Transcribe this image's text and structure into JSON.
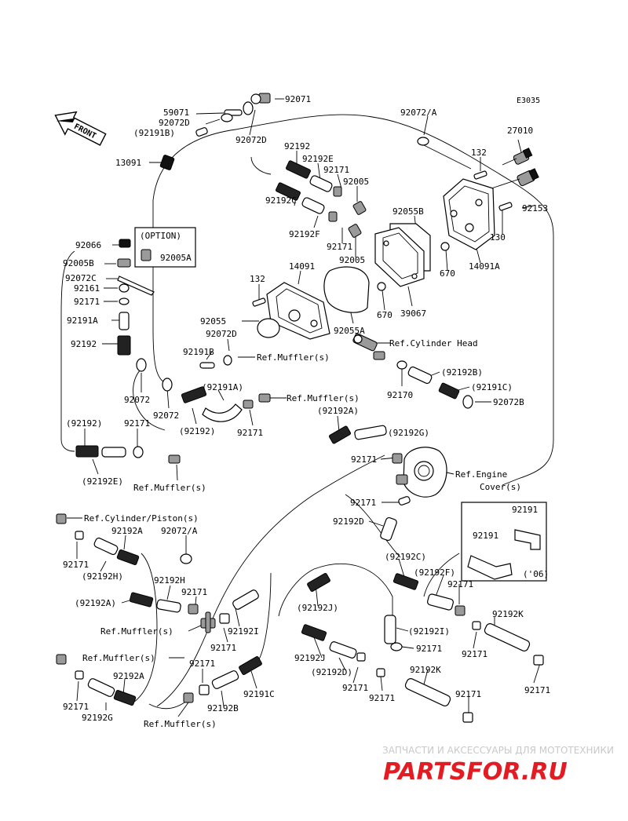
{
  "diagram_code": "E3035",
  "front_label": "FRONT",
  "option_label": "(OPTION)",
  "inset_year": "('06)",
  "labels": {
    "l_59071": "59071",
    "l_92071": "92071",
    "l_92072D_a": "92072D",
    "l_92191B_a": "(92191B)",
    "l_92072D_b": "92072D",
    "l_13091": "13091",
    "l_92072A_a": "92072/A",
    "l_27010": "27010",
    "l_132_a": "132",
    "l_92192_a": "92192",
    "l_92192E_a": "92192E",
    "l_92171_a": "92171",
    "l_92005_a": "92005",
    "l_92192C_a": "92192C",
    "l_92192F_a": "92192F",
    "l_92055B": "92055B",
    "l_92153": "92153",
    "l_130": "130",
    "l_92171_b": "92171",
    "l_92005_b": "92005",
    "l_14091A": "14091A",
    "l_670_a": "670",
    "l_92066": "92066",
    "l_92005B": "92005B",
    "l_92005A": "92005A",
    "l_14091": "14091",
    "l_92072C": "92072C",
    "l_92161": "92161",
    "l_92171_c": "92171",
    "l_132_b": "132",
    "l_670_b": "670",
    "l_39067": "39067",
    "l_92191A_a": "92191A",
    "l_92055": "92055",
    "l_92055A": "92055A",
    "l_92072D_c": "92072D",
    "l_92192_b": "92192",
    "l_ref_cyl_head": "Ref.Cylinder Head",
    "l_92191B_b": "92191B",
    "l_ref_muffler_a": "Ref.Muffler(s)",
    "l_92192B_a": "(92192B)",
    "l_92170": "92170",
    "l_92191C_a": "(92191C)",
    "l_92072": "92072",
    "l_92191A_b": "(92191A)",
    "l_ref_muffler_b": "Ref.Muffler(s)",
    "l_92072_b": "92072",
    "l_92072B": "92072B",
    "l_92192_c": "(92192)",
    "l_92171_d": "92171",
    "l_92192A_a": "(92192A)",
    "l_92192_d": "(92192)",
    "l_92171_e": "92171",
    "l_92192G_a": "(92192G)",
    "l_92171_f": "92171",
    "l_92192E_b": "(92192E)",
    "l_ref_muffler_c": "Ref.Muffler(s)",
    "l_ref_engine_cover_1": "Ref.Engine",
    "l_ref_engine_cover_2": "Cover(s)",
    "l_92171_g": "92171",
    "l_ref_cyl_piston": "Ref.Cylinder/Piston(s)",
    "l_92192D_a": "92192D",
    "l_92191_a": "92191",
    "l_92192A_b": "92192A",
    "l_92072A_b": "92072/A",
    "l_92191_b": "92191",
    "l_92171_h": "92171",
    "l_92192H_a": "(92192H)",
    "l_92192C_b": "(92192C)",
    "l_92192H_b": "92192H",
    "l_92192F_b": "(92192F)",
    "l_92171_i": "92171",
    "l_92192A_c": "(92192A)",
    "l_92171_j": "92171",
    "l_92192J_a": "(92192J)",
    "l_ref_muffler_d": "Ref.Muffler(s)",
    "l_92192I_a": "92192I",
    "l_92192K_a": "92192K",
    "l_92171_k": "92171",
    "l_92192I_b": "(92192I)",
    "l_92171_l": "92171",
    "l_ref_muffler_e": "Ref.Muffler(s)",
    "l_92192J_b": "92192J",
    "l_92171_m": "92171",
    "l_92192D_b": "(92192D)",
    "l_92192K_b": "92192K",
    "l_92171_n": "92171",
    "l_92171_o": "92171",
    "l_92192A_d": "92192A",
    "l_92191C_b": "92191C",
    "l_92171_p": "92171",
    "l_92192G_b": "92192G",
    "l_92192B_b": "92192B",
    "l_ref_muffler_f": "Ref.Muffler(s)",
    "l_92171_q": "92171",
    "l_92171_r": "92171",
    "l_92171_s": "92171"
  },
  "watermark": {
    "subtitle": "ЗАПЧАСТИ И АКСЕССУАРЫ ДЛЯ МОТОТЕХНИКИ",
    "logo": "PARTSFOR.RU",
    "logo_color": "#e31b23",
    "logo_color_light": "#f0b3b3"
  }
}
